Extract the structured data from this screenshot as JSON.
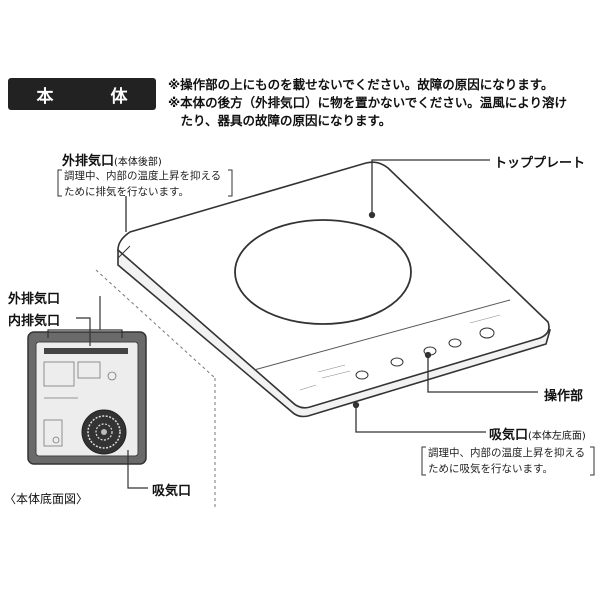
{
  "header": {
    "title_chars": [
      "本",
      "体"
    ],
    "notes": [
      "※操作部の上にものを載せないでください。故障の原因になります。",
      "※本体の後方（外排気口）に物を置かないでください。温風により溶け",
      "　たり、器具の故障の原因になります。"
    ]
  },
  "labels": {
    "outer_exhaust_top": "外排気口",
    "outer_exhaust_top_sub": "(本体後部)",
    "outer_exhaust_top_note": "調理中、内部の温度上昇を抑える\nために排気を行ないます。",
    "top_plate": "トッププレート",
    "control_panel": "操作部",
    "intake": "吸気口",
    "intake_sub": "(本体左底面)",
    "intake_note": "調理中、内部の温度上昇を抑える\nために吸気を行ないます。",
    "bottom_outer_exhaust": "外排気口",
    "bottom_inner_exhaust": "内排気口",
    "bottom_intake": "吸気口",
    "bottom_view_caption": "〈本体底面図〉"
  },
  "colors": {
    "ink": "#222222",
    "badge": "#222222",
    "unit_body": "#555555"
  }
}
